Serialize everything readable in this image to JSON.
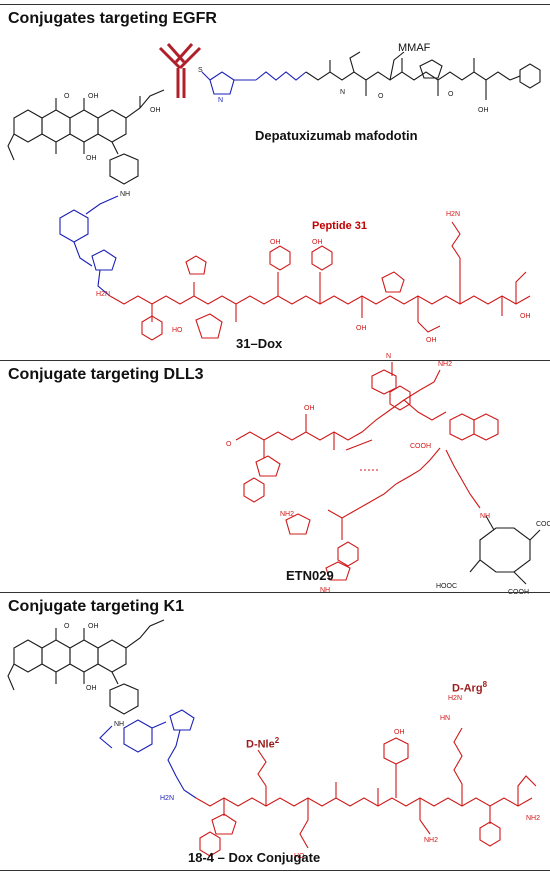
{
  "panels": [
    {
      "heading": "Conjugates targeting EGFR",
      "payload_label": "MMAF",
      "conjugate_1_name": "Depatuxizumab mafodotin",
      "peptide_label": "Peptide 31",
      "conjugate_2_name": "31–Dox"
    },
    {
      "heading": "Conjugate targeting DLL3",
      "conjugate_name": "ETN029"
    },
    {
      "heading": "Conjugate targeting K1",
      "residue_label_1": "D-Nle",
      "residue_label_1_sup": "2",
      "residue_label_2": "D-Arg",
      "residue_label_2_sup": "8",
      "conjugate_name": "18-4 – Dox Conjugate"
    }
  ],
  "colors": {
    "drug_structure": "#1a1a1a",
    "linker": "#1a1fb8",
    "peptide": "#d01818",
    "antibody": "#b0202a"
  }
}
